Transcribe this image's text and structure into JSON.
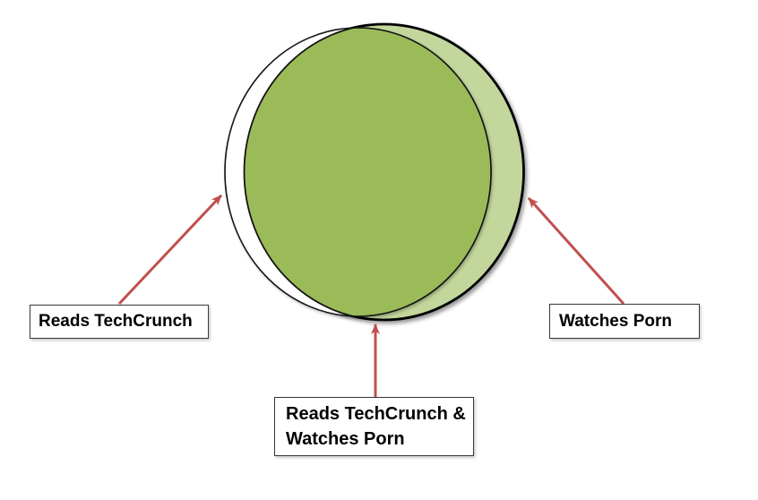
{
  "diagram": {
    "type": "venn",
    "description": "Two almost fully overlapping sets",
    "colors": {
      "left_circle_fill": "#FFFFFF",
      "right_circle_fill": "#C3D69B",
      "overlap_fill": "#9BBB59",
      "outline": "#000000",
      "arrow": "#C0504D",
      "label_text": "#000000"
    },
    "labels": {
      "left_set": "Reads TechCrunch",
      "right_set": "Watches Porn",
      "overlap_line1": "Reads TechCrunch &",
      "overlap_line2": "Watches Porn"
    },
    "sets": [
      {
        "id": "left",
        "label": "Reads TechCrunch",
        "region_color": "#FFFFFF"
      },
      {
        "id": "right",
        "label": "Watches Porn",
        "region_color": "#C3D69B"
      },
      {
        "id": "overlap",
        "label": "Reads TechCrunch & Watches Porn",
        "region_color": "#9BBB59"
      }
    ]
  }
}
